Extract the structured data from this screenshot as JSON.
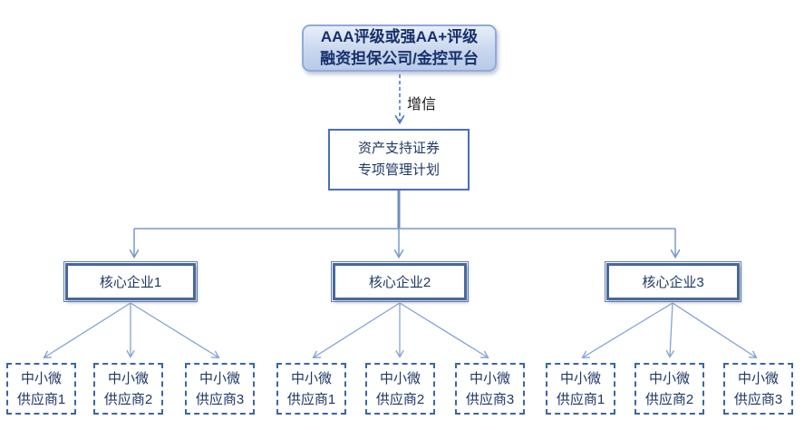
{
  "colors": {
    "node_text": "#1f3864",
    "accent_blue": "#4472c4",
    "tree_line": "#7b99cc",
    "fan_line": "#85a3d4",
    "core_border": "#47689c",
    "supplier_border": "#3a66a6",
    "guarantor_fill_top": "#e7eef8",
    "guarantor_fill_bottom": "#b8cbe9",
    "guarantor_border": "#8faadc"
  },
  "guarantor_box": {
    "line1": "AAA评级或强AA+评级",
    "line2": "融资担保公司/金控平台"
  },
  "credit_enhancement_label": "增信",
  "abs_box": {
    "line1": "资产支持证券",
    "line2": "专项管理计划"
  },
  "core_companies": [
    {
      "label": "核心企业1"
    },
    {
      "label": "核心企业2"
    },
    {
      "label": "核心企业3"
    }
  ],
  "supplier_groups": [
    [
      {
        "line1": "中小微",
        "line2": "供应商1"
      },
      {
        "line1": "中小微",
        "line2": "供应商2"
      },
      {
        "line1": "中小微",
        "line2": "供应商3"
      }
    ],
    [
      {
        "line1": "中小微",
        "line2": "供应商1"
      },
      {
        "line1": "中小微",
        "line2": "供应商2"
      },
      {
        "line1": "中小微",
        "line2": "供应商3"
      }
    ],
    [
      {
        "line1": "中小微",
        "line2": "供应商1"
      },
      {
        "line1": "中小微",
        "line2": "供应商2"
      },
      {
        "line1": "中小微",
        "line2": "供应商3"
      }
    ]
  ]
}
